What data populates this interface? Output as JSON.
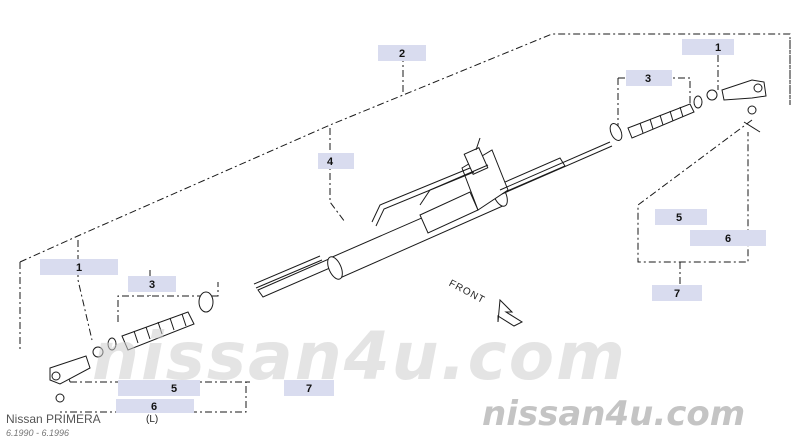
{
  "callouts": [
    {
      "id": "c2",
      "label": "2"
    },
    {
      "id": "c4",
      "label": "4"
    },
    {
      "id": "c3r",
      "label": "3"
    },
    {
      "id": "c1r",
      "label": "1"
    },
    {
      "id": "c5r",
      "label": "5"
    },
    {
      "id": "c6r",
      "label": "6"
    },
    {
      "id": "c7r",
      "label": "7"
    },
    {
      "id": "c1l",
      "label": "1"
    },
    {
      "id": "c3l",
      "label": "3"
    },
    {
      "id": "c5l",
      "label": "5"
    },
    {
      "id": "c7l",
      "label": "7"
    },
    {
      "id": "c6l",
      "label": "6"
    }
  ],
  "direction_label": "FRONT",
  "note_mark": "(L)",
  "model": {
    "name": "Nissan PRIMERA",
    "dates": "6.1990 - 6.1996"
  },
  "watermark": {
    "main": "nissan4u.com",
    "corner": "nissan4u.com"
  },
  "colors": {
    "callout_fill": "#d9dcef",
    "line": "#1a1a1a",
    "watermark": "#c4c4c4"
  }
}
